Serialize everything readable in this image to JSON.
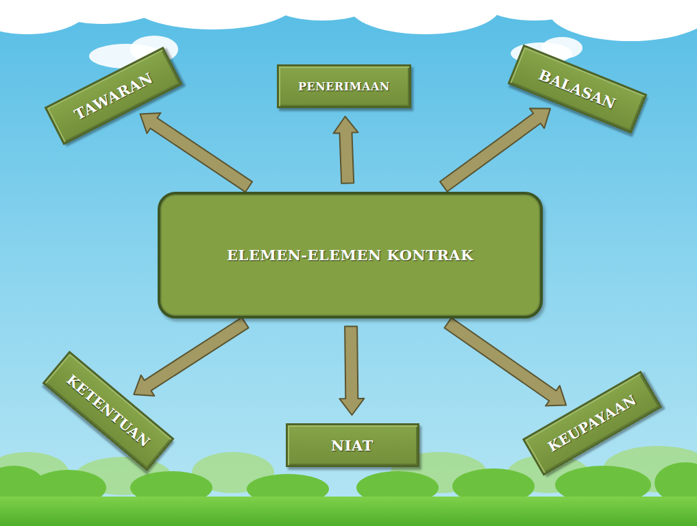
{
  "diagram": {
    "nodes": [
      {
        "text": [
          "TAWARAN"
        ]
      },
      {
        "text": [
          "PENERIMAAN"
        ]
      },
      {
        "text": [
          "BALASAN"
        ]
      },
      {
        "text": [
          "ELEMEN-ELEMEN KONTRAK"
        ]
      },
      {
        "text": [
          "KETENTUAN"
        ]
      },
      {
        "text": [
          "NIAT"
        ]
      },
      {
        "text": [
          "KEUPAYAAN"
        ]
      }
    ],
    "edges": [
      {
        "from": 3,
        "to": 0,
        "arrow": "to"
      },
      {
        "from": 3,
        "to": 1,
        "arrow": "to"
      },
      {
        "from": 3,
        "to": 2,
        "arrow": "to"
      },
      {
        "from": 3,
        "to": 4,
        "arrow": "to"
      },
      {
        "from": 3,
        "to": 5,
        "arrow": "to"
      },
      {
        "from": 3,
        "to": 6,
        "arrow": "to"
      }
    ]
  }
}
